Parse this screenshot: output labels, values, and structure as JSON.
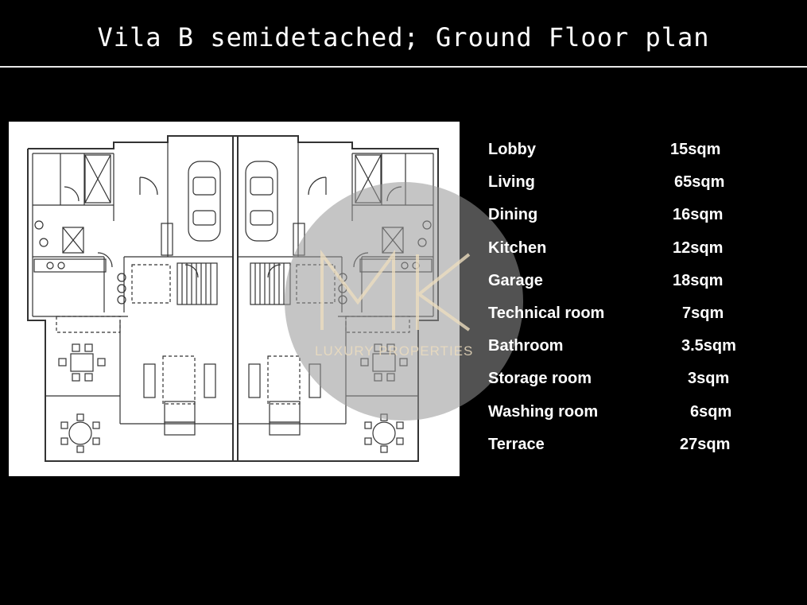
{
  "title": "Vila B semidetached; Ground Floor plan",
  "watermark": {
    "brand": "MK",
    "tagline": "LUXURY PROPERTIES"
  },
  "rooms": [
    {
      "name": "Lobby",
      "area": "15sqm"
    },
    {
      "name": "Living",
      "area": "65sqm"
    },
    {
      "name": "Dining",
      "area": "16sqm"
    },
    {
      "name": "Kitchen",
      "area": "12sqm"
    },
    {
      "name": "Garage",
      "area": "18sqm"
    },
    {
      "name": "Technical room",
      "area": "7sqm"
    },
    {
      "name": "Bathroom",
      "area": "3.5sqm"
    },
    {
      "name": "Storage room",
      "area": "3sqm"
    },
    {
      "name": "Washing room",
      "area": "6sqm"
    },
    {
      "name": "Terrace",
      "area": "27sqm"
    }
  ],
  "colors": {
    "background": "#000000",
    "text": "#ffffff",
    "plan_paper": "#ffffff",
    "plan_line": "#333333"
  }
}
